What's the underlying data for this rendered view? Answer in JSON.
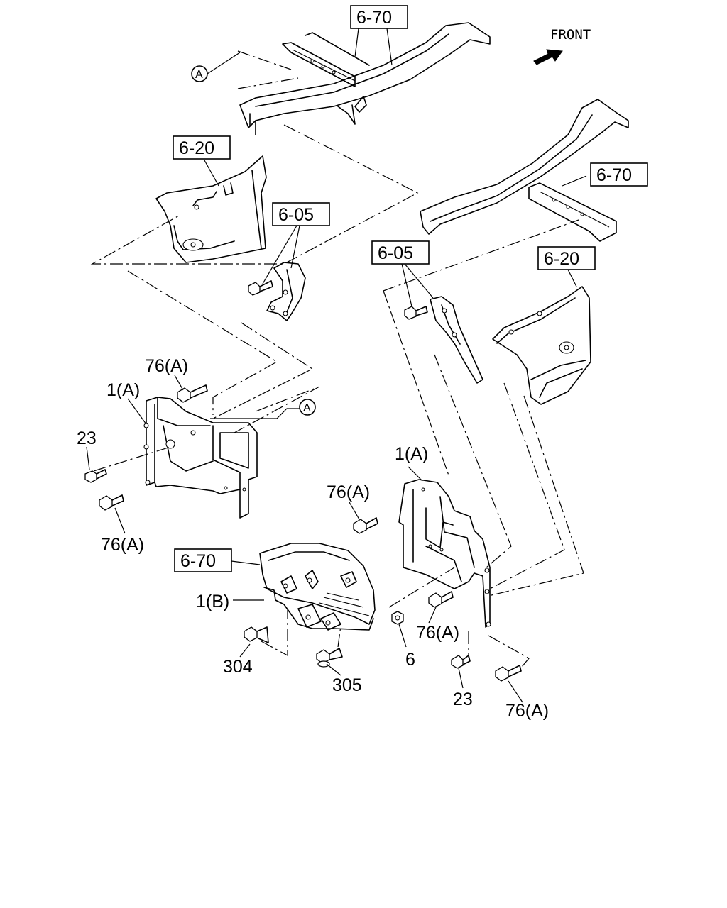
{
  "front_label": "FRONT",
  "ref_boxes": {
    "frame_top": "6-70",
    "frame_right": "6-70",
    "panel_left": "6-20",
    "panel_right": "6-20",
    "bracket_left": "6-05",
    "bracket_right": "6-05",
    "fender_bottom": "6-70"
  },
  "callouts": {
    "a_top": "A",
    "a_mid": "A"
  },
  "part_labels": {
    "bolt_76a_upper_left": "76(A)",
    "bracket_1a_left": "1(A)",
    "bolt_23_left": "23",
    "bolt_76a_lower_left": "76(A)",
    "bracket_1a_right": "1(A)",
    "bolt_76a_mid_right": "76(A)",
    "bracket_1b": "1(B)",
    "bolt_304": "304",
    "bolt_305": "305",
    "nut_6": "6",
    "bolt_76a_lower_mid": "76(A)",
    "bolt_23_right": "23",
    "bolt_76a_bottom_right": "76(A)"
  },
  "icons": [
    "front-arrow-icon"
  ]
}
